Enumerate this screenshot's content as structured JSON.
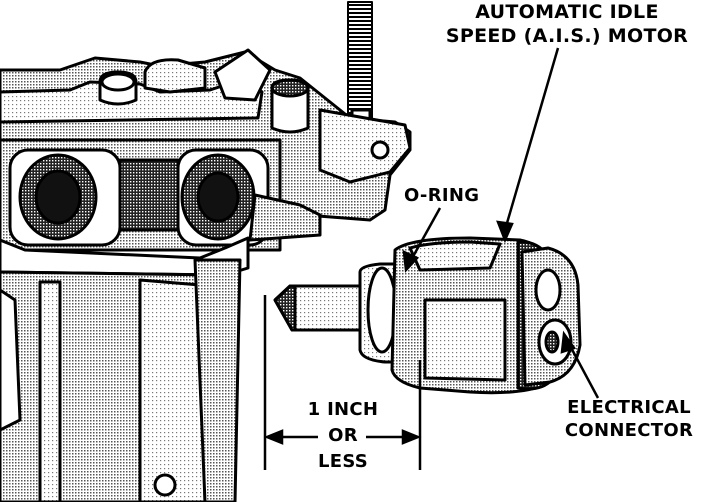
{
  "labels": {
    "motor_line1": "AUTOMATIC IDLE",
    "motor_line2": "SPEED (A.I.S.) MOTOR",
    "o_ring": "O-RING",
    "connector_line1": "ELECTRICAL",
    "connector_line2": "CONNECTOR",
    "dimension_line1": "1 INCH",
    "dimension_line2": "OR",
    "dimension_line3": "LESS"
  },
  "icons": [
    "throttle-body-illustration",
    "ais-motor-illustration",
    "electrical-connector-illustration",
    "o-ring-illustration",
    "dimension-arrow-icon",
    "leader-line-icon"
  ]
}
